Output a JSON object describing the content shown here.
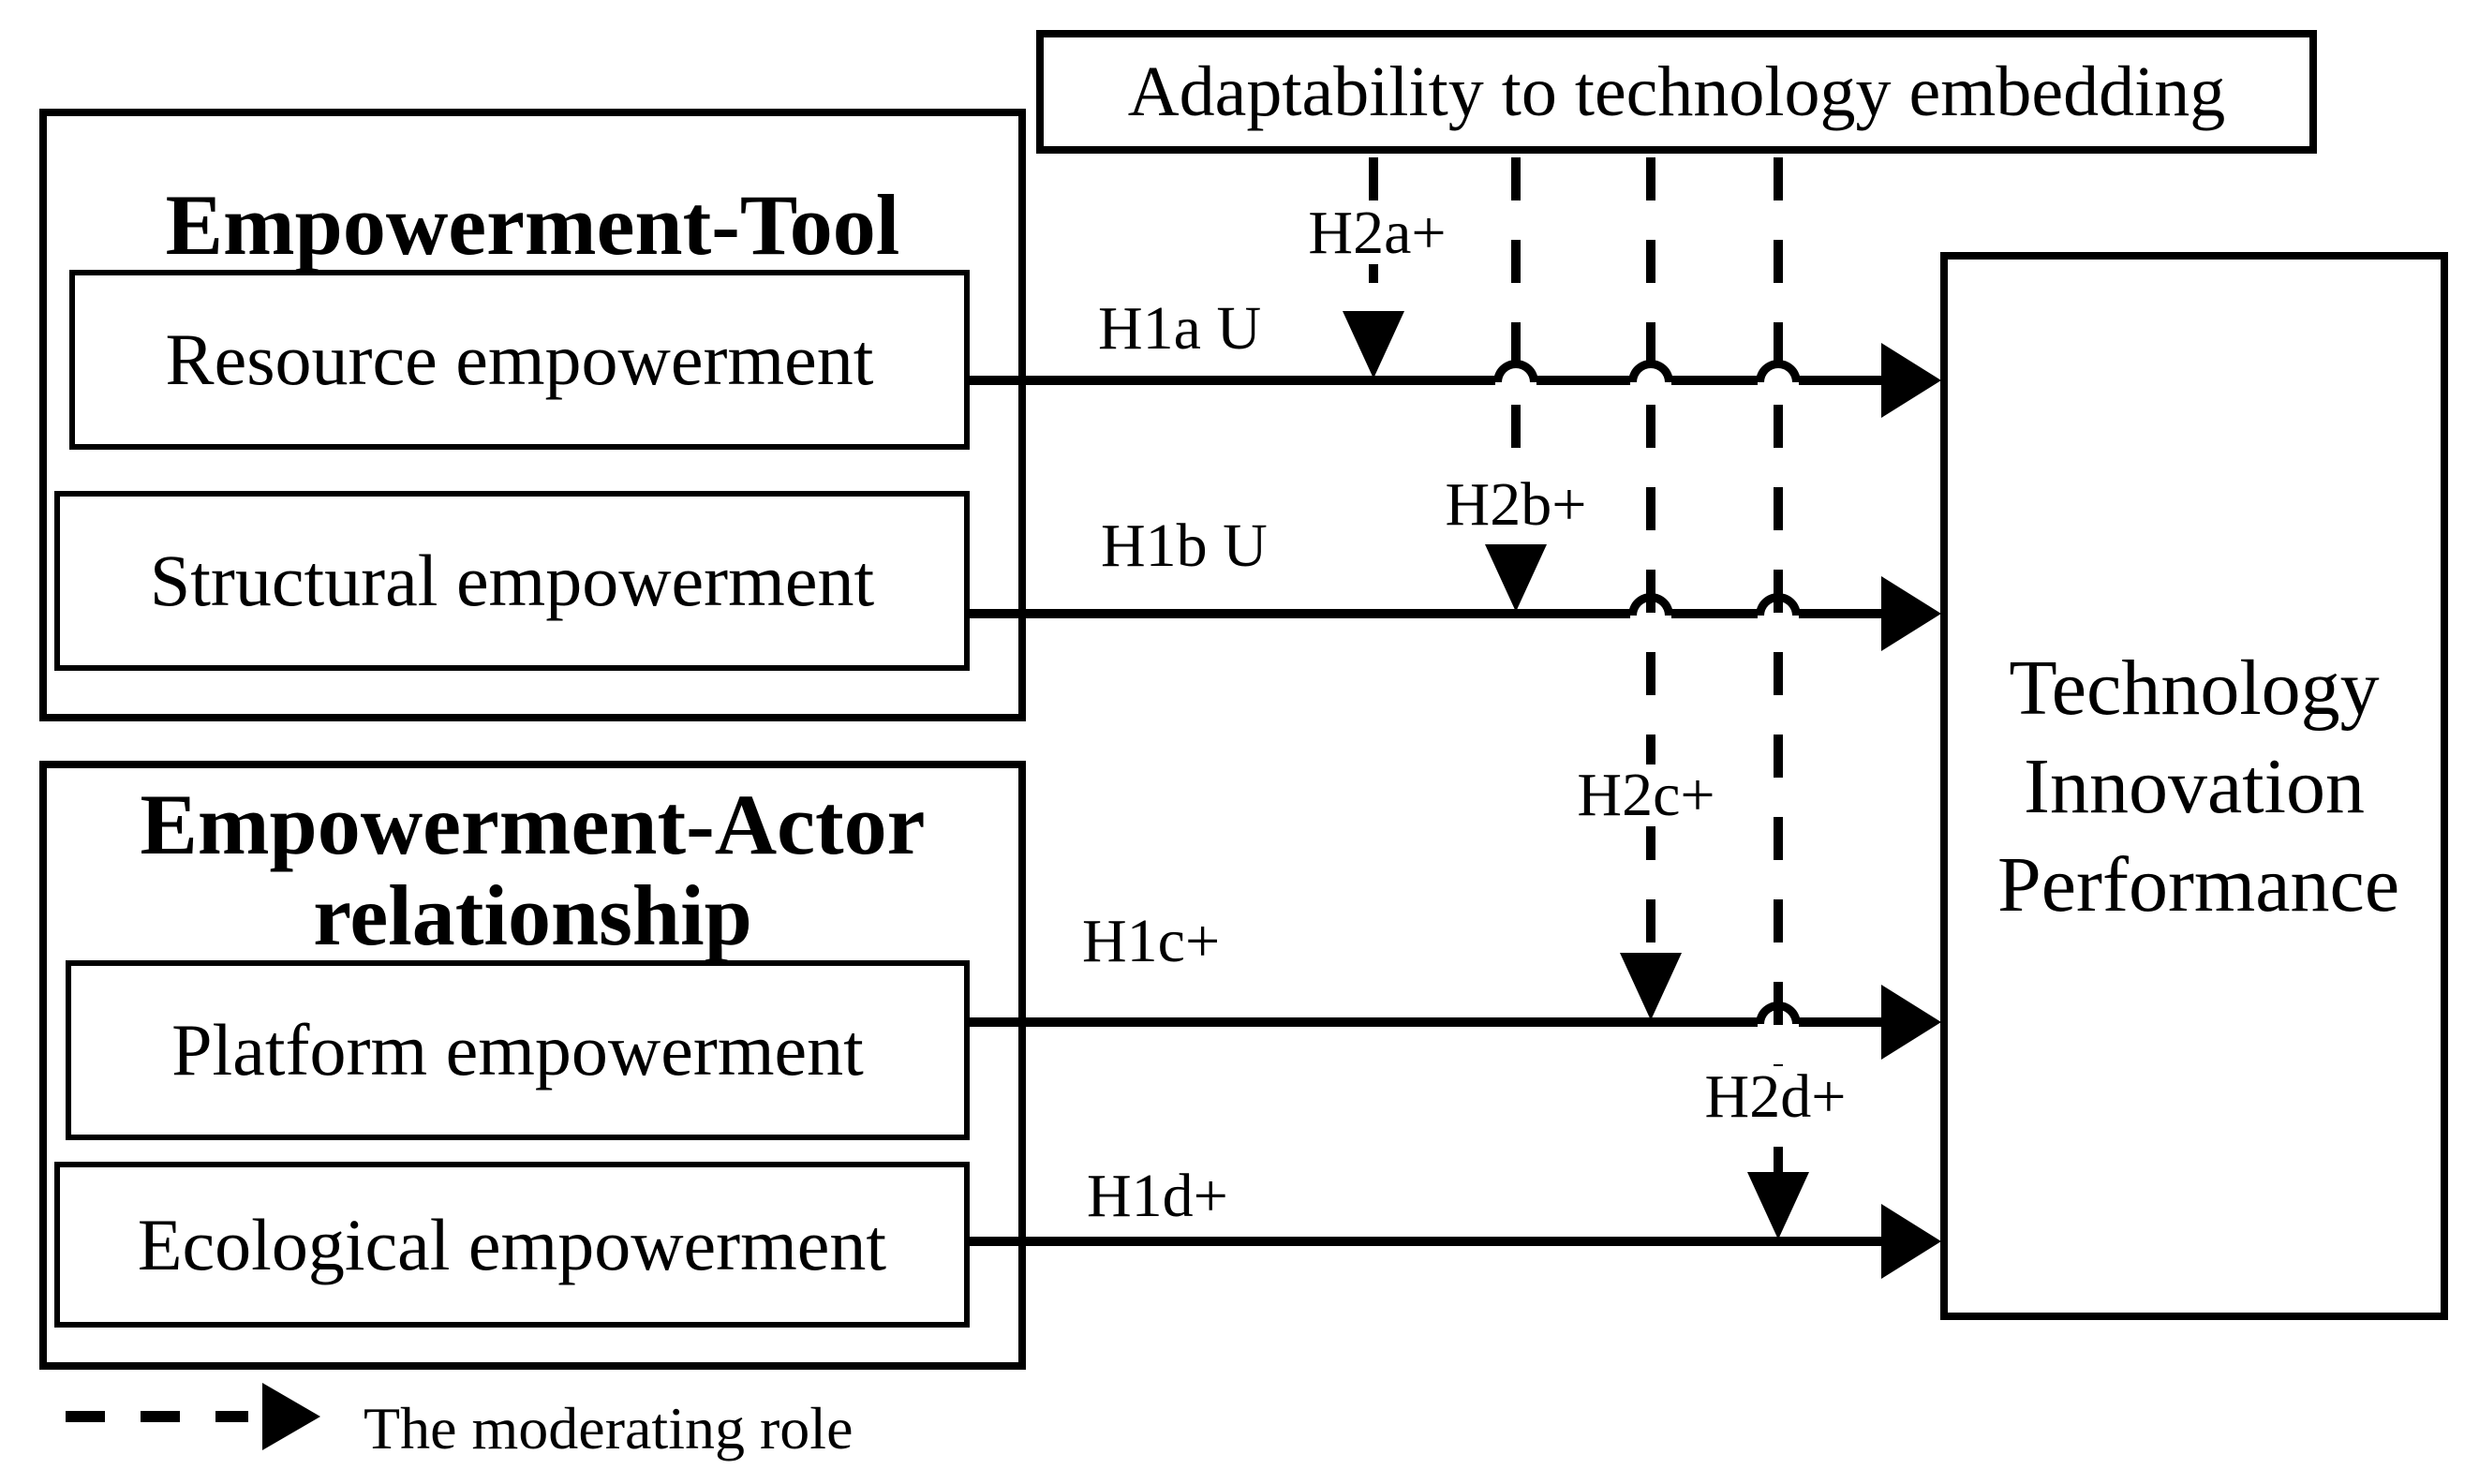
{
  "figure": {
    "moderator_box": {
      "label": "Adaptability to technology embedding"
    },
    "groups": [
      {
        "title": "Empowerment-Tool",
        "items": [
          {
            "label": "Resource empowerment"
          },
          {
            "label": "Structural empowerment"
          }
        ]
      },
      {
        "title": "Empowerment-Actor relationship",
        "items": [
          {
            "label": "Platform empowerment"
          },
          {
            "label": "Ecological empowerment"
          }
        ]
      }
    ],
    "outcome_box": {
      "label": "Technology Innovation Performance"
    },
    "direct_paths": [
      {
        "id": "H1a",
        "label": "H1a U",
        "from": "Resource empowerment",
        "to": "Technology Innovation Performance"
      },
      {
        "id": "H1b",
        "label": "H1b U",
        "from": "Structural empowerment",
        "to": "Technology Innovation Performance"
      },
      {
        "id": "H1c",
        "label": "H1c+",
        "from": "Platform empowerment",
        "to": "Technology Innovation Performance"
      },
      {
        "id": "H1d",
        "label": "H1d+",
        "from": "Ecological empowerment",
        "to": "Technology Innovation Performance"
      }
    ],
    "moderating_paths": [
      {
        "id": "H2a",
        "label": "H2a+",
        "moderates": "H1a"
      },
      {
        "id": "H2b",
        "label": "H2b+",
        "moderates": "H1b"
      },
      {
        "id": "H2c",
        "label": "H2c+",
        "moderates": "H1c"
      },
      {
        "id": "H2d",
        "label": "H2d+",
        "moderates": "H1d"
      }
    ],
    "legend": {
      "label": "The moderating role"
    },
    "colors": {
      "line": "#000000",
      "background": "#ffffff"
    }
  }
}
